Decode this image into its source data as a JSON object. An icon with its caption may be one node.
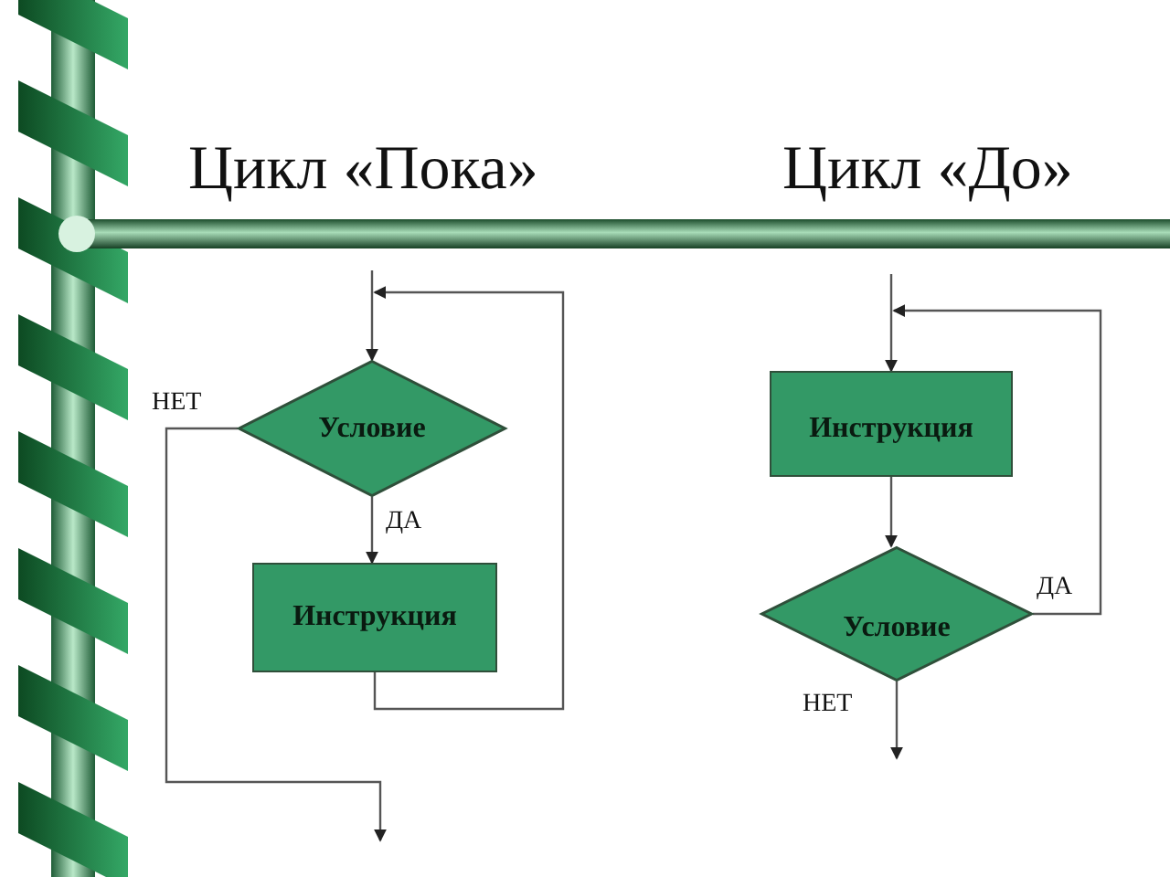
{
  "diagram": {
    "nodes": [
      {
        "text": [
          "Условие"
        ]
      },
      {
        "text": [
          "Инструкция"
        ]
      },
      {
        "text": [
          "Инструкция"
        ]
      },
      {
        "text": [
          "Условие"
        ]
      }
    ],
    "edges": [
      {
        "from": null,
        "to": 0,
        "arrow": "to"
      },
      {
        "from": 0,
        "to": 1,
        "arrow": "to",
        "label": "ДА"
      },
      {
        "from": 1,
        "to": 0,
        "arrow": "to"
      },
      {
        "from": 0,
        "to": null,
        "arrow": "to",
        "label": "НЕТ"
      },
      {
        "from": null,
        "to": 2,
        "arrow": "to"
      },
      {
        "from": 2,
        "to": 3,
        "arrow": "to"
      },
      {
        "from": 3,
        "to": 2,
        "arrow": "to",
        "label": "ДА"
      },
      {
        "from": 3,
        "to": null,
        "arrow": "to",
        "label": "НЕТ"
      }
    ],
    "labels": [
      "Цикл «Пока»",
      "Цикл «До»"
    ]
  }
}
